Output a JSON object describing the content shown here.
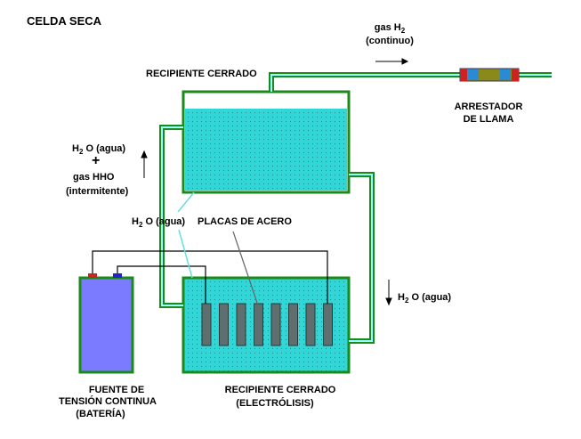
{
  "title": "CELDA SECA",
  "gas_h2": {
    "prefix": "gas H",
    "sub": "2",
    "note": "(continuo)"
  },
  "arrestor": {
    "line1": "ARRESTADOR",
    "line2": "DE LLAMA"
  },
  "top_container_label": "RECIPIENTE CERRADO",
  "left_note": {
    "h2o_prefix": "H",
    "h2o_sub": "2",
    "h2o_suffix": "O (agua)",
    "plus": "+",
    "gas": "gas HHO",
    "mode": "(intermitente)"
  },
  "middle_h2o": {
    "prefix": "H",
    "sub": "2",
    "suffix": "O (agua)"
  },
  "plates_label": "PLACAS DE ACERO",
  "right_h2o": {
    "prefix": "H",
    "sub": "2",
    "suffix": "O (agua)"
  },
  "battery": {
    "line1": "FUENTE DE",
    "line2": "TENSIÓN CONTINUA",
    "line3": "(BATERÍA)"
  },
  "bottom_container": {
    "line1": "RECIPIENTE CERRADO",
    "line2": "(ELECTRÓLISIS)"
  },
  "plates_count": 8,
  "colors": {
    "water": "#33d6d6",
    "vessel_border": "#1a8a1a",
    "pipe": "#1a8a1a",
    "pipe_inner": "#99ffff",
    "battery": "#7b7bff",
    "plate": "#5f6f6f",
    "arrestor_body": "#8a8a1a",
    "arrestor_window": "#2a8ad6",
    "terminal_pos": "#cc2222",
    "terminal_neg": "#2222cc"
  }
}
